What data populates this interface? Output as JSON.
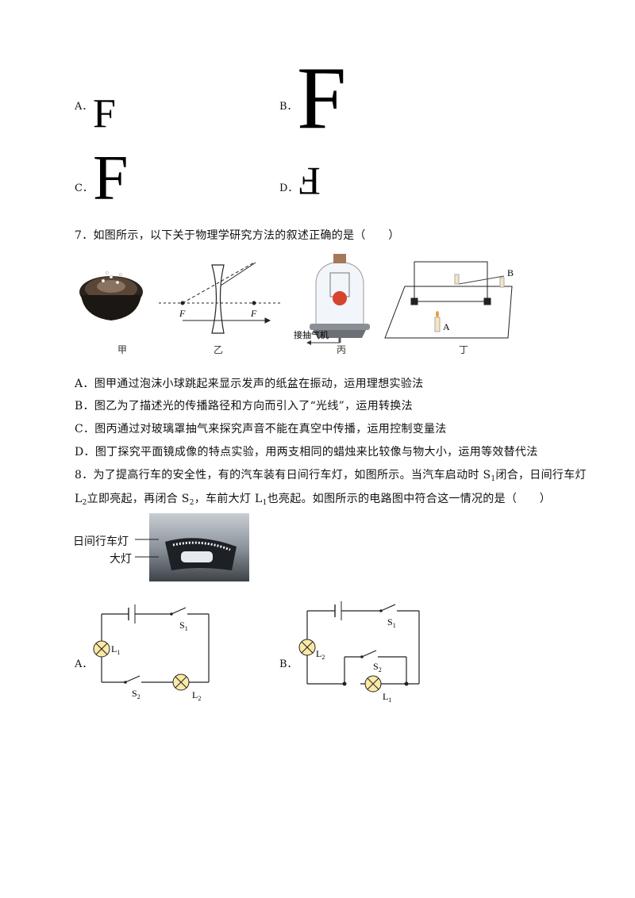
{
  "q6_options": [
    {
      "letter": "A．",
      "glyph": "F"
    },
    {
      "letter": "B．",
      "glyph": "F"
    },
    {
      "letter": "C．",
      "glyph": "F"
    },
    {
      "letter": "D．",
      "glyph": "F"
    }
  ],
  "q7": {
    "stem": "7．如图所示，以下关于物理学研究方法的叙述正确的是（　　）",
    "captions": [
      "甲",
      "乙",
      "丙",
      "丁"
    ],
    "fig2_labels": [
      "F",
      "F"
    ],
    "fig3_label": "接抽气机",
    "fig4_labels": [
      "B",
      "A"
    ],
    "options": [
      "A．图甲通过泡沫小球跳起来显示发声的纸盆在振动，运用理想实验法",
      "B．图乙为了描述光的传播路径和方向而引入了“光线”，运用转换法",
      "C．图丙通过对玻璃罩抽气来探究声音不能在真空中传播，运用控制变量法",
      "D．图丁探究平面镜成像的特点实验，用两支相同的蜡烛来比较像与物大小，运用等效替代法"
    ]
  },
  "q8": {
    "line1_a": "8．为了提高行车的安全性，有的汽车装有日间行车灯，如图所示。当汽车启动时 S",
    "line1_sub": "1",
    "line1_b": "闭合，日间行车灯",
    "line2_a": "L",
    "line2_sub1": "2",
    "line2_b": "立即亮起，再闭合 S",
    "line2_sub2": "2",
    "line2_c": "，车前大灯 L",
    "line2_sub3": "1",
    "line2_d": "也亮起。如图所示的电路图中符合这一情况的是（　　）",
    "photo_labels": [
      "日间行车灯",
      "大灯"
    ],
    "circuitA": {
      "letter": "A．",
      "S1": "S",
      "S1sub": "1",
      "S2": "S",
      "S2sub": "2",
      "L1": "L",
      "L1sub": "1",
      "L2": "L",
      "L2sub": "2"
    },
    "circuitB": {
      "letter": "B．",
      "S1": "S",
      "S1sub": "1",
      "S2": "S",
      "S2sub": "2",
      "L1": "L",
      "L1sub": "1",
      "L2": "L",
      "L2sub": "2"
    }
  }
}
